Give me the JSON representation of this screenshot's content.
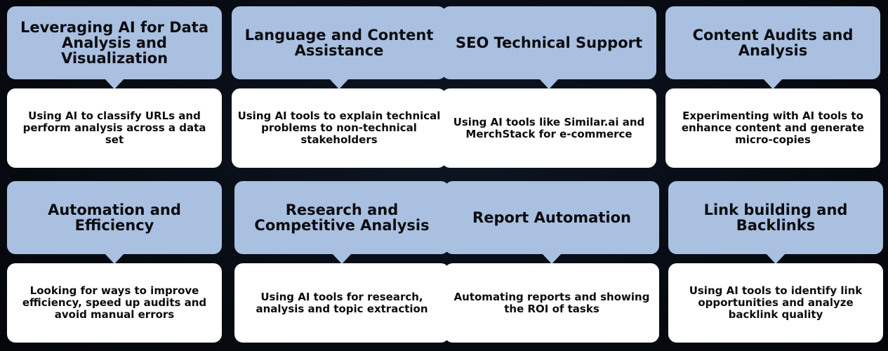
{
  "cards": [
    {
      "title": "Leveraging AI for Data Analysis and Visualization",
      "text": "Using AI to classify URLs and perform analysis across a data set"
    },
    {
      "title": "Language and Content Assistance",
      "text": "Using AI tools to explain technical problems to non-technical stakeholders"
    },
    {
      "title": "SEO Technical Support",
      "text": "Using AI tools like Similar.ai and MerchStack for e-commerce"
    },
    {
      "title": "Content Audits and Analysis",
      "text": "Experimenting with AI tools to enhance content and generate micro-copies"
    },
    {
      "title": "Automation and Efficiency",
      "text": "Looking for ways to improve efficiency, speed up audits and avoid manual errors"
    },
    {
      "title": "Research and Competitive Analysis",
      "text": "Using AI tools for research, analysis and topic extraction"
    },
    {
      "title": "Report Automation",
      "text": "Automating reports and showing the ROI of tasks"
    },
    {
      "title": "Link building and Backlinks",
      "text": "Using AI tools to identify link opportunities and analyze backlink quality"
    }
  ],
  "colors": {
    "header": "#a9c0e0",
    "body": "#ffffff",
    "background": "#070b12"
  }
}
